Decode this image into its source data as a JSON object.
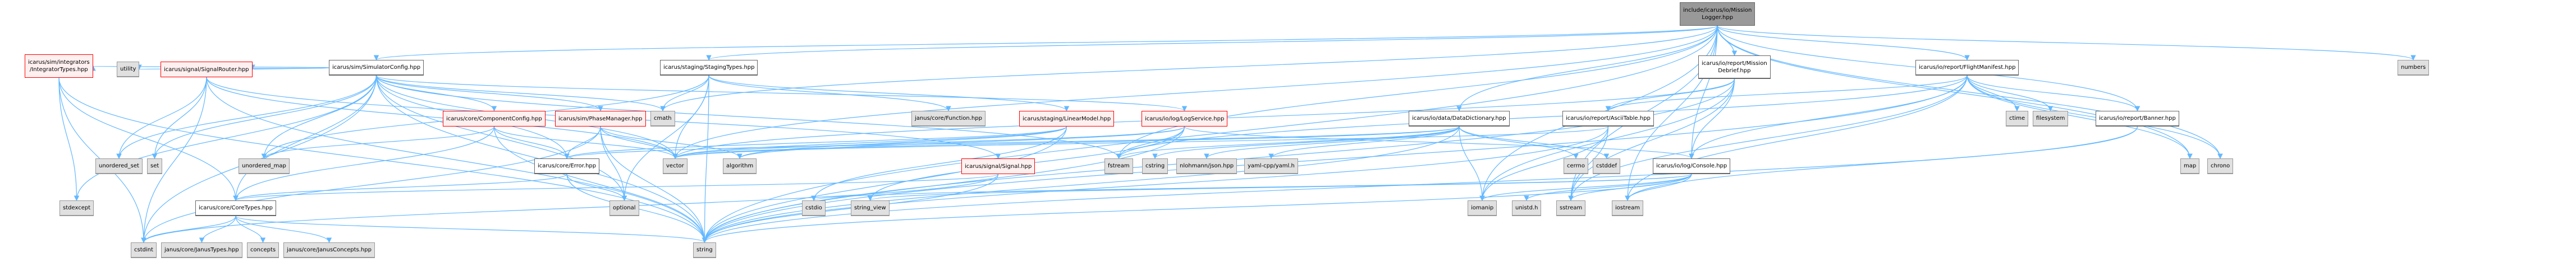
{
  "diagram": {
    "title": "include/icarus/io/MissionLogger.hpp",
    "edge_color": "#63b8ff",
    "nodes": [
      {
        "id": "root",
        "label": "include/icarus/io/Mission\nLogger.hpp",
        "kind": "root"
      },
      {
        "id": "simcfg",
        "label": "icarus/sim/SimulatorConfig.hpp",
        "kind": "doc"
      },
      {
        "id": "staging",
        "label": "icarus/staging/StagingTypes.hpp",
        "kind": "doc"
      },
      {
        "id": "debrief",
        "label": "icarus/io/report/Mission\nDebrief.hpp",
        "kind": "doc"
      },
      {
        "id": "manifest",
        "label": "icarus/io/report/FlightManifest.hpp",
        "kind": "doc"
      },
      {
        "id": "numbers",
        "label": "numbers",
        "kind": "sys"
      },
      {
        "id": "integ",
        "label": "icarus/sim/integrators\n/IntegratorTypes.hpp",
        "kind": "red"
      },
      {
        "id": "utility",
        "label": "utility",
        "kind": "sys"
      },
      {
        "id": "router",
        "label": "icarus/signal/SignalRouter.hpp",
        "kind": "red"
      },
      {
        "id": "compcfg",
        "label": "icarus/core/ComponentConfig.hpp",
        "kind": "red"
      },
      {
        "id": "phase",
        "label": "icarus/sim/PhaseManager.hpp",
        "kind": "red"
      },
      {
        "id": "cmath",
        "label": "cmath",
        "kind": "sys"
      },
      {
        "id": "janusfn",
        "label": "janus/core/Function.hpp",
        "kind": "sys"
      },
      {
        "id": "linear",
        "label": "icarus/staging/LinearModel.hpp",
        "kind": "red"
      },
      {
        "id": "logsvc",
        "label": "icarus/io/log/LogService.hpp",
        "kind": "red"
      },
      {
        "id": "datadict",
        "label": "icarus/io/data/DataDictionary.hpp",
        "kind": "doc"
      },
      {
        "id": "ascii",
        "label": "icarus/io/report/AsciiTable.hpp",
        "kind": "doc"
      },
      {
        "id": "ctime",
        "label": "ctime",
        "kind": "sys"
      },
      {
        "id": "filesystem",
        "label": "filesystem",
        "kind": "sys"
      },
      {
        "id": "banner",
        "label": "icarus/io/report/Banner.hpp",
        "kind": "doc"
      },
      {
        "id": "uset",
        "label": "unordered_set",
        "kind": "sys"
      },
      {
        "id": "set",
        "label": "set",
        "kind": "sys"
      },
      {
        "id": "umap",
        "label": "unordered_map",
        "kind": "sys"
      },
      {
        "id": "error",
        "label": "icarus/core/Error.hpp",
        "kind": "doc"
      },
      {
        "id": "vector",
        "label": "vector",
        "kind": "sys"
      },
      {
        "id": "algorithm",
        "label": "algorithm",
        "kind": "sys"
      },
      {
        "id": "signal",
        "label": "icarus/signal/Signal.hpp",
        "kind": "red"
      },
      {
        "id": "fstream",
        "label": "fstream",
        "kind": "sys"
      },
      {
        "id": "cstring",
        "label": "cstring",
        "kind": "sys"
      },
      {
        "id": "json",
        "label": "nlohmann/json.hpp",
        "kind": "sys"
      },
      {
        "id": "yaml",
        "label": "yaml-cpp/yaml.h",
        "kind": "sys"
      },
      {
        "id": "cerrno",
        "label": "cerrno",
        "kind": "sys"
      },
      {
        "id": "cstddef",
        "label": "cstddef",
        "kind": "sys"
      },
      {
        "id": "console",
        "label": "icarus/io/log/Console.hpp",
        "kind": "doc"
      },
      {
        "id": "map",
        "label": "map",
        "kind": "sys"
      },
      {
        "id": "chrono",
        "label": "chrono",
        "kind": "sys"
      },
      {
        "id": "stdexcept",
        "label": "stdexcept",
        "kind": "sys"
      },
      {
        "id": "coretypes",
        "label": "icarus/core/CoreTypes.hpp",
        "kind": "doc"
      },
      {
        "id": "optional",
        "label": "optional",
        "kind": "sys"
      },
      {
        "id": "cstdio",
        "label": "cstdio",
        "kind": "sys"
      },
      {
        "id": "string_view",
        "label": "string_view",
        "kind": "sys"
      },
      {
        "id": "iomanip",
        "label": "iomanip",
        "kind": "sys"
      },
      {
        "id": "unistd",
        "label": "unistd.h",
        "kind": "sys"
      },
      {
        "id": "sstream",
        "label": "sstream",
        "kind": "sys"
      },
      {
        "id": "iostream",
        "label": "iostream",
        "kind": "sys"
      },
      {
        "id": "cstdint",
        "label": "cstdint",
        "kind": "sys"
      },
      {
        "id": "janustypes",
        "label": "janus/core/JanusTypes.hpp",
        "kind": "sys"
      },
      {
        "id": "concepts",
        "label": "concepts",
        "kind": "sys"
      },
      {
        "id": "janusconcepts",
        "label": "janus/core/JanusConcepts.hpp",
        "kind": "sys"
      },
      {
        "id": "string",
        "label": "string",
        "kind": "sys"
      }
    ],
    "edges": [
      [
        "root",
        "simcfg"
      ],
      [
        "root",
        "staging"
      ],
      [
        "root",
        "debrief"
      ],
      [
        "root",
        "manifest"
      ],
      [
        "root",
        "numbers"
      ],
      [
        "root",
        "cmath"
      ],
      [
        "root",
        "datadict"
      ],
      [
        "root",
        "console"
      ],
      [
        "root",
        "banner"
      ],
      [
        "root",
        "chrono"
      ],
      [
        "root",
        "map"
      ],
      [
        "root",
        "iomanip"
      ],
      [
        "root",
        "sstream"
      ],
      [
        "root",
        "iostream"
      ],
      [
        "root",
        "string"
      ],
      [
        "root",
        "fstream"
      ],
      [
        "root",
        "vector"
      ],
      [
        "simcfg",
        "integ"
      ],
      [
        "simcfg",
        "utility"
      ],
      [
        "simcfg",
        "router"
      ],
      [
        "simcfg",
        "compcfg"
      ],
      [
        "simcfg",
        "phase"
      ],
      [
        "simcfg",
        "cmath"
      ],
      [
        "simcfg",
        "logsvc"
      ],
      [
        "simcfg",
        "uset"
      ],
      [
        "simcfg",
        "set"
      ],
      [
        "simcfg",
        "umap"
      ],
      [
        "simcfg",
        "error"
      ],
      [
        "simcfg",
        "vector"
      ],
      [
        "simcfg",
        "coretypes"
      ],
      [
        "simcfg",
        "stdexcept"
      ],
      [
        "simcfg",
        "cstdint"
      ],
      [
        "simcfg",
        "string"
      ],
      [
        "simcfg",
        "optional"
      ],
      [
        "simcfg",
        "fstream"
      ],
      [
        "staging",
        "janusfn"
      ],
      [
        "staging",
        "linear"
      ],
      [
        "staging",
        "vector"
      ],
      [
        "staging",
        "string"
      ],
      [
        "staging",
        "umap"
      ],
      [
        "staging",
        "optional"
      ],
      [
        "staging",
        "cmath"
      ],
      [
        "integ",
        "stdexcept"
      ],
      [
        "integ",
        "coretypes"
      ],
      [
        "integ",
        "string"
      ],
      [
        "integ",
        "cstdint"
      ],
      [
        "router",
        "uset"
      ],
      [
        "router",
        "set"
      ],
      [
        "router",
        "signal"
      ],
      [
        "router",
        "cstdint"
      ],
      [
        "router",
        "string"
      ],
      [
        "router",
        "vector"
      ],
      [
        "compcfg",
        "umap"
      ],
      [
        "compcfg",
        "error"
      ],
      [
        "compcfg",
        "vector"
      ],
      [
        "compcfg",
        "string"
      ],
      [
        "compcfg",
        "coretypes"
      ],
      [
        "phase",
        "error"
      ],
      [
        "phase",
        "vector"
      ],
      [
        "phase",
        "string"
      ],
      [
        "phase",
        "optional"
      ],
      [
        "phase",
        "cstdint"
      ],
      [
        "phase",
        "algorithm"
      ],
      [
        "linear",
        "error"
      ],
      [
        "linear",
        "cstdio"
      ],
      [
        "linear",
        "vector"
      ],
      [
        "linear",
        "string"
      ],
      [
        "linear",
        "algorithm"
      ],
      [
        "logsvc",
        "console"
      ],
      [
        "logsvc",
        "string_view"
      ],
      [
        "logsvc",
        "vector"
      ],
      [
        "logsvc",
        "string"
      ],
      [
        "logsvc",
        "fstream"
      ],
      [
        "logsvc",
        "algorithm"
      ],
      [
        "datadict",
        "vector"
      ],
      [
        "datadict",
        "string"
      ],
      [
        "datadict",
        "fstream"
      ],
      [
        "datadict",
        "cstring"
      ],
      [
        "datadict",
        "json"
      ],
      [
        "datadict",
        "yaml"
      ],
      [
        "datadict",
        "cerrno"
      ],
      [
        "datadict",
        "cstddef"
      ],
      [
        "datadict",
        "iomanip"
      ],
      [
        "datadict",
        "error"
      ],
      [
        "debrief",
        "ascii"
      ],
      [
        "debrief",
        "console"
      ],
      [
        "debrief",
        "string"
      ],
      [
        "debrief",
        "sstream"
      ],
      [
        "debrief",
        "iomanip"
      ],
      [
        "debrief",
        "vector"
      ],
      [
        "manifest",
        "ascii"
      ],
      [
        "manifest",
        "banner"
      ],
      [
        "manifest",
        "ctime"
      ],
      [
        "manifest",
        "filesystem"
      ],
      [
        "manifest",
        "console"
      ],
      [
        "manifest",
        "map"
      ],
      [
        "manifest",
        "chrono"
      ],
      [
        "manifest",
        "sstream"
      ],
      [
        "manifest",
        "iostream"
      ],
      [
        "manifest",
        "string"
      ],
      [
        "manifest",
        "fstream"
      ],
      [
        "ascii",
        "string"
      ],
      [
        "ascii",
        "vector"
      ],
      [
        "ascii",
        "sstream"
      ],
      [
        "ascii",
        "iomanip"
      ],
      [
        "banner",
        "string"
      ],
      [
        "banner",
        "iostream"
      ],
      [
        "console",
        "iomanip"
      ],
      [
        "console",
        "unistd"
      ],
      [
        "console",
        "sstream"
      ],
      [
        "console",
        "iostream"
      ],
      [
        "console",
        "string"
      ],
      [
        "console",
        "string_view"
      ],
      [
        "console",
        "cstdio"
      ],
      [
        "error",
        "optional"
      ],
      [
        "error",
        "string"
      ],
      [
        "error",
        "coretypes"
      ],
      [
        "signal",
        "coretypes"
      ],
      [
        "signal",
        "string"
      ],
      [
        "signal",
        "cstdint"
      ],
      [
        "coretypes",
        "cstdint"
      ],
      [
        "coretypes",
        "janustypes"
      ],
      [
        "coretypes",
        "concepts"
      ],
      [
        "coretypes",
        "janusconcepts"
      ],
      [
        "coretypes",
        "string"
      ]
    ]
  }
}
